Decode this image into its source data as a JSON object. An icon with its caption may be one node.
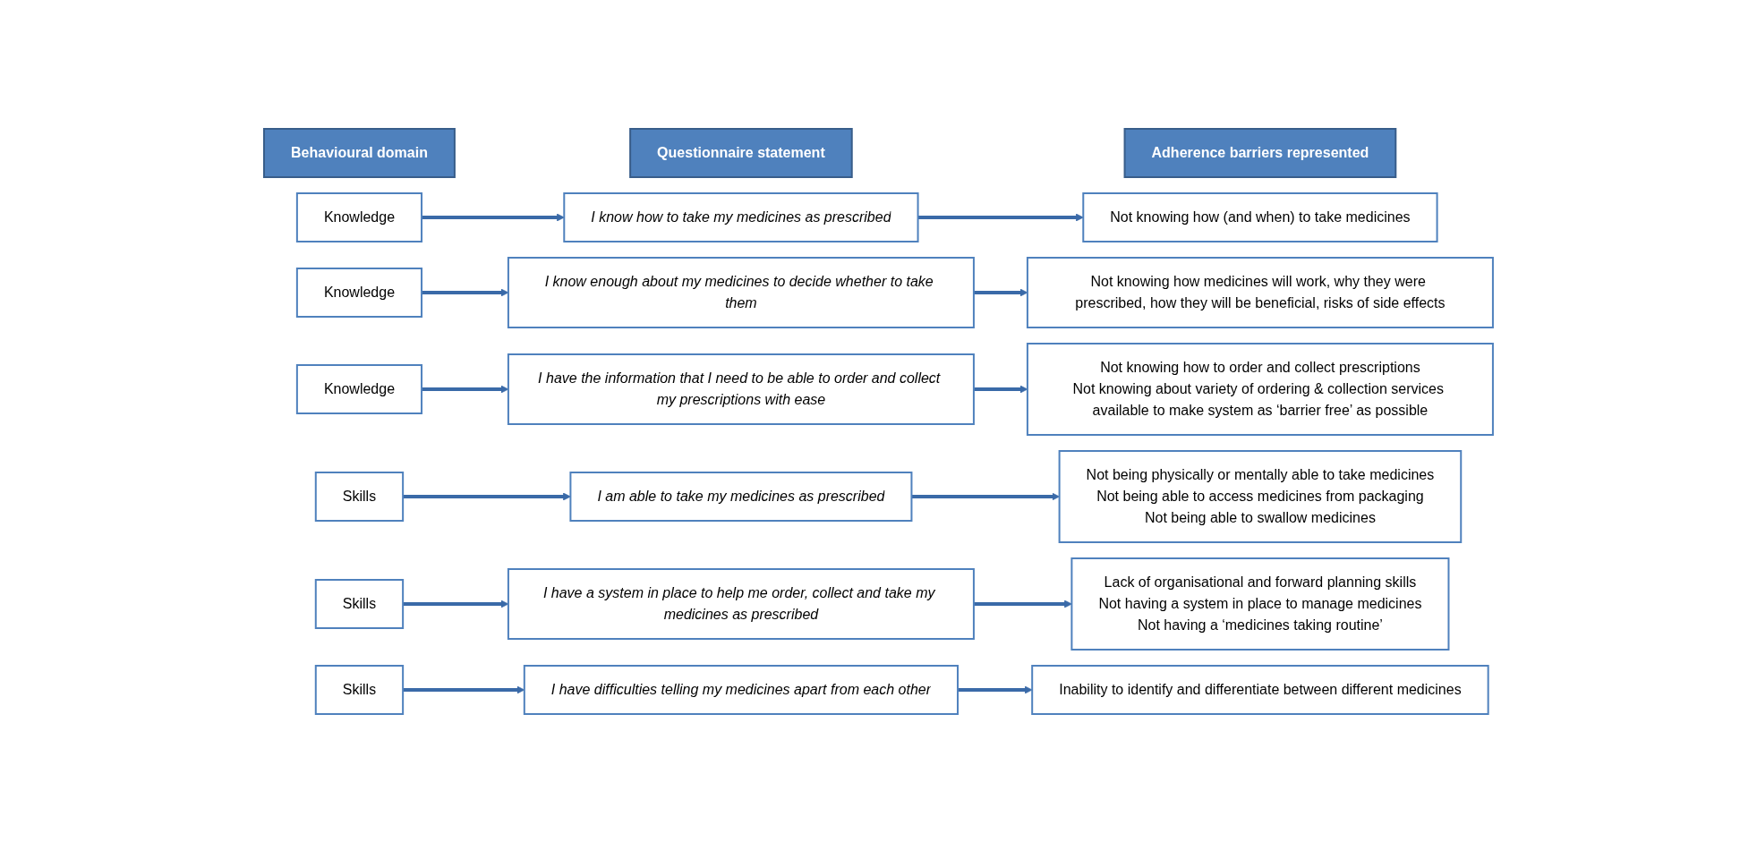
{
  "diagram": {
    "nodes": [
      {
        "text": [
          "Behavioural domain"
        ]
      },
      {
        "text": [
          "Questionnaire statement"
        ]
      },
      {
        "text": [
          "Adherence barriers represented"
        ]
      },
      {
        "text": [
          "Knowledge"
        ]
      },
      {
        "text": [
          "I know how to take my medicines as prescribed"
        ]
      },
      {
        "text": [
          "Not knowing how (and when) to take medicines"
        ]
      },
      {
        "text": [
          "Knowledge"
        ]
      },
      {
        "text": [
          "I know enough about my medicines to decide whether to take them"
        ]
      },
      {
        "text": [
          "Not knowing how medicines will work, why they were prescribed, how they will be beneficial, risks of side effects"
        ]
      },
      {
        "text": [
          "Knowledge"
        ]
      },
      {
        "text": [
          "I have the information that I need to be able to order and collect my prescriptions with ease"
        ]
      },
      {
        "text": [
          "Not knowing how to order and collect prescriptions",
          "Not knowing about variety of ordering & collection services available to make system as ‘barrier free’ as possible"
        ]
      },
      {
        "text": [
          "Skills"
        ]
      },
      {
        "text": [
          "I am able to take my medicines as prescribed"
        ]
      },
      {
        "text": [
          "Not being physically or mentally able to take medicines",
          "Not being able to access medicines from packaging",
          "Not being able to swallow medicines"
        ]
      },
      {
        "text": [
          "Skills"
        ]
      },
      {
        "text": [
          "I have a system in place to help me order, collect and take my medicines as prescribed"
        ]
      },
      {
        "text": [
          "Lack of organisational and forward planning skills",
          "Not having a system in place to manage medicines",
          "Not having a ‘medicines taking routine’"
        ]
      },
      {
        "text": [
          "Skills"
        ]
      },
      {
        "text": [
          "I have difficulties telling my medicines apart from each other"
        ]
      },
      {
        "text": [
          "Inability to identify and differentiate between different medicines"
        ]
      }
    ],
    "edges": [
      {
        "from": 3,
        "to": 4,
        "arrow": "to"
      },
      {
        "from": 4,
        "to": 5,
        "arrow": "to"
      },
      {
        "from": 6,
        "to": 7,
        "arrow": "to"
      },
      {
        "from": 7,
        "to": 8,
        "arrow": "to"
      },
      {
        "from": 9,
        "to": 10,
        "arrow": "to"
      },
      {
        "from": 10,
        "to": 11,
        "arrow": "to"
      },
      {
        "from": 12,
        "to": 13,
        "arrow": "to"
      },
      {
        "from": 13,
        "to": 14,
        "arrow": "to"
      },
      {
        "from": 15,
        "to": 16,
        "arrow": "to"
      },
      {
        "from": 16,
        "to": 17,
        "arrow": "to"
      },
      {
        "from": 18,
        "to": 19,
        "arrow": "to"
      },
      {
        "from": 19,
        "to": 20,
        "arrow": "to"
      }
    ]
  }
}
